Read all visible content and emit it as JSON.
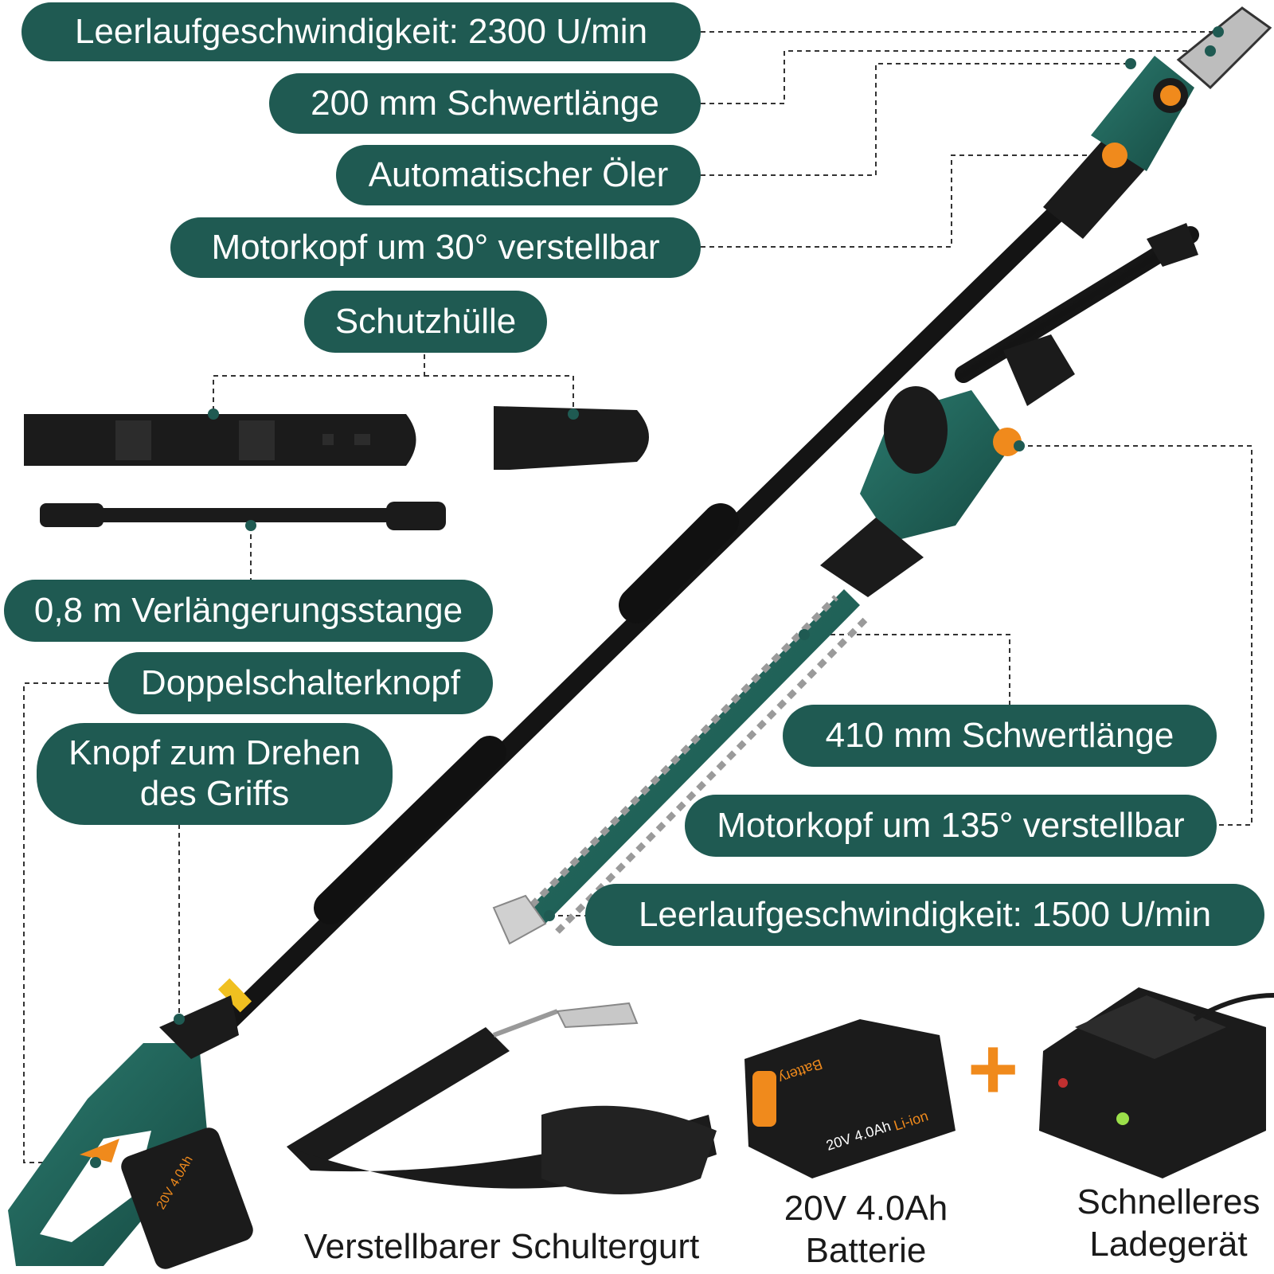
{
  "callouts": {
    "idle_speed_chain": "Leerlaufgeschwindigkeit: 2300 U/min",
    "bar_length_chain": "200 mm Schwertlänge",
    "auto_oiler": "Automatischer Öler",
    "motor_head_30": "Motorkopf um 30° verstellbar",
    "protective_cover": "Schutzhülle",
    "extension_pole": "0,8 m Verlängerungsstange",
    "double_switch": "Doppelschalterknopf",
    "handle_rotate_line1": "Knopf zum Drehen",
    "handle_rotate_line2": "des Griffs",
    "bar_length_hedge": "410 mm Schwertlänge",
    "motor_head_135": "Motorkopf um 135° verstellbar",
    "idle_speed_hedge": "Leerlaufgeschwindigkeit: 1500 U/min"
  },
  "captions": {
    "shoulder_strap": "Verstellbarer Schultergurt",
    "battery_line1": "20V 4.0Ah",
    "battery_line2": "Batterie",
    "charger_line1": "Schnelleres",
    "charger_line2": "Ladegerät"
  },
  "product_markings": {
    "battery_label": "20V 4.0Ah",
    "battery_chem": "Li-ion",
    "battery_brand": "Battery",
    "plus_sign": "+"
  },
  "colors": {
    "callout_bg": "#1f5a52",
    "tool_green": "#1e5c53",
    "accent_orange": "#f08a1c",
    "tool_black": "#1b1b1b"
  }
}
